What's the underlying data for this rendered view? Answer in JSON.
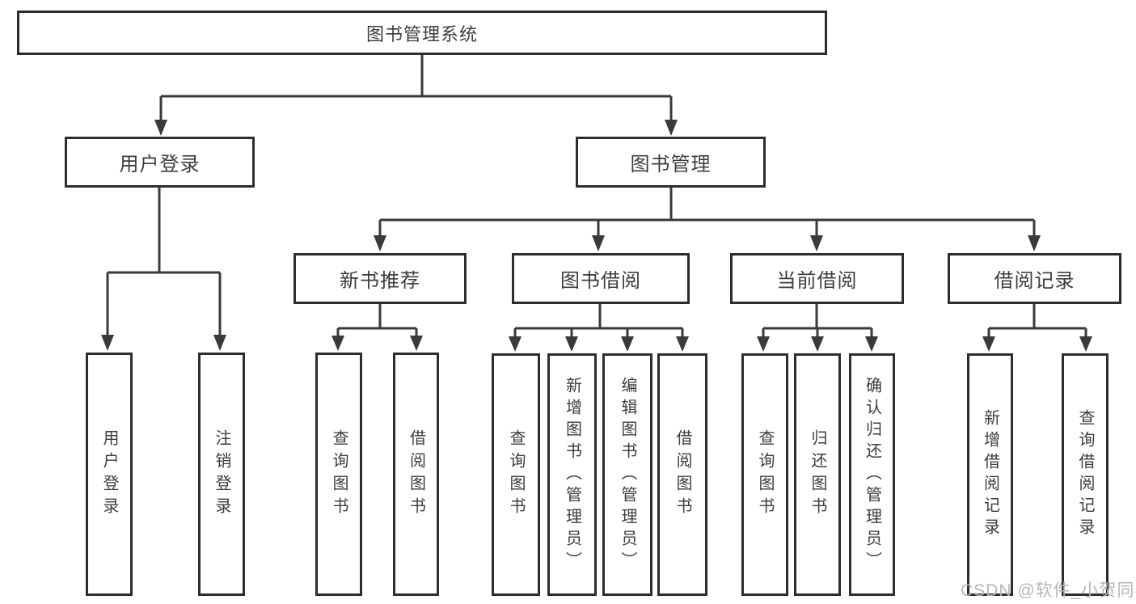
{
  "diagram": {
    "root": {
      "label": "图书管理系统"
    },
    "branches": {
      "user_login": {
        "label": "用户登录",
        "children": [
          {
            "label": "用户登录"
          },
          {
            "label": "注销登录"
          }
        ]
      },
      "book_mgmt": {
        "label": "图书管理",
        "children": [
          {
            "label": "新书推荐",
            "children": [
              {
                "label": "查询图书"
              },
              {
                "label": "借阅图书"
              }
            ]
          },
          {
            "label": "图书借阅",
            "children": [
              {
                "label": "查询图书"
              },
              {
                "label": "新增图书（管理员）"
              },
              {
                "label": "编辑图书（管理员）"
              },
              {
                "label": "借阅图书"
              }
            ]
          },
          {
            "label": "当前借阅",
            "children": [
              {
                "label": "查询图书"
              },
              {
                "label": "归还图书"
              },
              {
                "label": "确认归还（管理员）"
              }
            ]
          },
          {
            "label": "借阅记录",
            "children": [
              {
                "label": "新增借阅记录"
              },
              {
                "label": "查询借阅记录"
              }
            ]
          }
        ]
      }
    }
  },
  "watermark": {
    "text": "CSDN @软件_小贺同学"
  },
  "colors": {
    "box_border": "#2d2d2d",
    "line": "#3a3a3a",
    "text": "#3d3d3d",
    "watermark": "#b6b6b6",
    "background": "#ffffff"
  }
}
